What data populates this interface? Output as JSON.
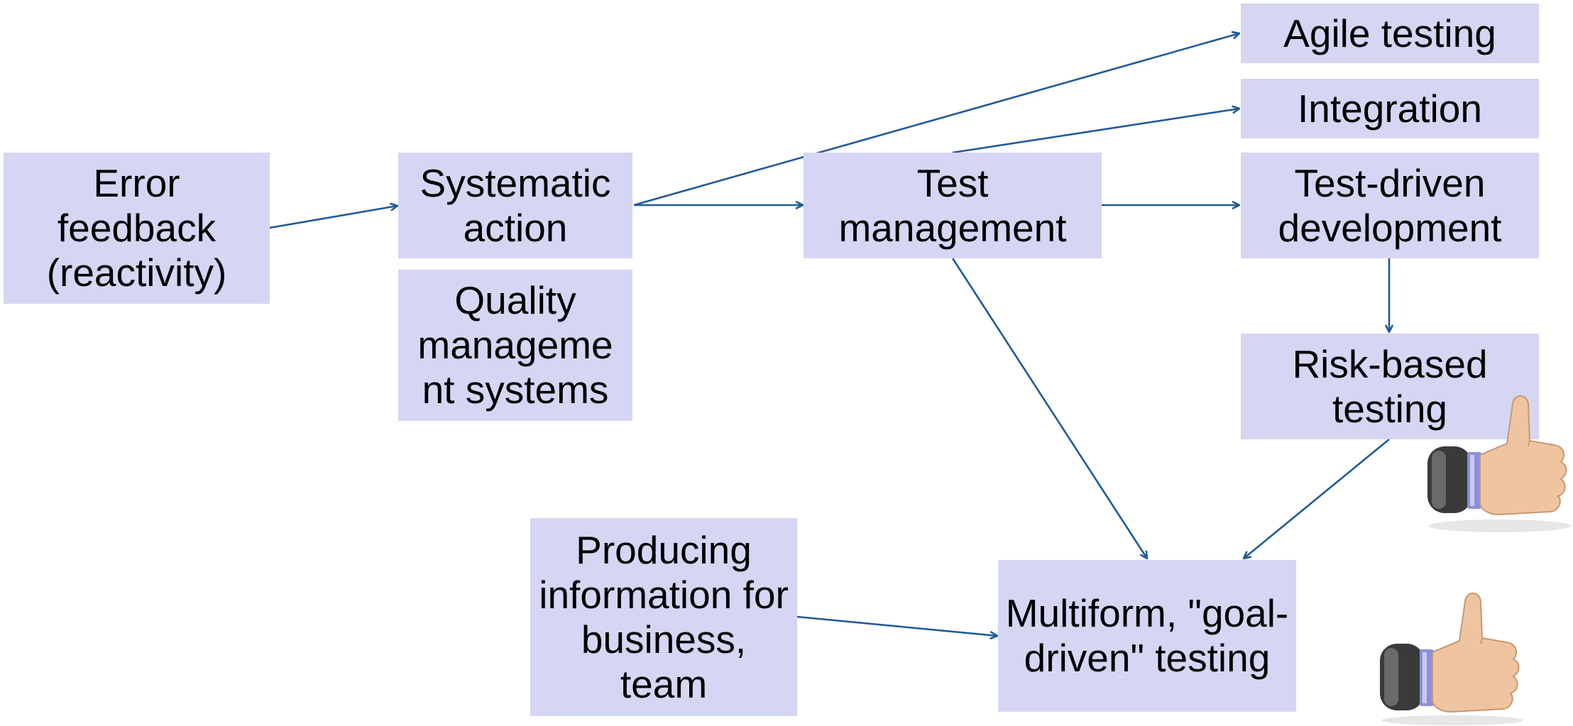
{
  "nodes": {
    "error_feedback": "Error feedback (reactivity)",
    "systematic_action": "Systematic action",
    "quality_management": "Quality manageme nt systems",
    "test_management": "Test management",
    "agile_testing": "Agile testing",
    "integration": "Integration",
    "test_driven": "Test-driven development",
    "risk_based": "Risk-based testing",
    "producing_info": "Producing information for business, team",
    "multiform": "Multiform, \"goal-driven\" testing"
  },
  "edges": [
    {
      "from": "error_feedback",
      "to": "systematic_action"
    },
    {
      "from": "systematic_action",
      "to": "agile_testing"
    },
    {
      "from": "systematic_action",
      "to": "test_management"
    },
    {
      "from": "test_management",
      "to": "integration"
    },
    {
      "from": "test_management",
      "to": "test_driven"
    },
    {
      "from": "test_management",
      "to": "multiform"
    },
    {
      "from": "test_driven",
      "to": "risk_based"
    },
    {
      "from": "risk_based",
      "to": "multiform"
    },
    {
      "from": "producing_info",
      "to": "multiform"
    }
  ],
  "icons": [
    "thumbs-up-icon",
    "thumbs-up-icon"
  ],
  "colors": {
    "box_fill": "#d5d6f3",
    "arrow": "#1f5a98"
  }
}
